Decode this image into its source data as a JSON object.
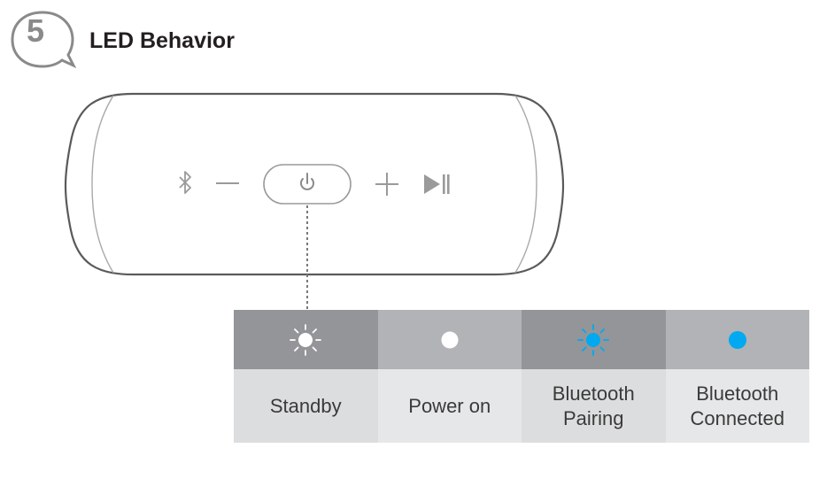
{
  "header": {
    "step_number": "5",
    "title": "LED Behavior"
  },
  "speaker": {
    "buttons": [
      "bluetooth-icon",
      "minus-icon",
      "power-icon",
      "plus-icon",
      "play-pause-icon"
    ]
  },
  "led_states": [
    {
      "label": "Standby",
      "indicator": "led-flashing-white-icon",
      "color": "#ffffff",
      "flashing": true
    },
    {
      "label": "Power on",
      "indicator": "led-solid-white-icon",
      "color": "#ffffff",
      "flashing": false
    },
    {
      "label": "Bluetooth\nPairing",
      "indicator": "led-flashing-blue-icon",
      "color": "#00a9f0",
      "flashing": true
    },
    {
      "label": "Bluetooth\nConnected",
      "indicator": "led-solid-blue-icon",
      "color": "#00a9f0",
      "flashing": false
    }
  ]
}
